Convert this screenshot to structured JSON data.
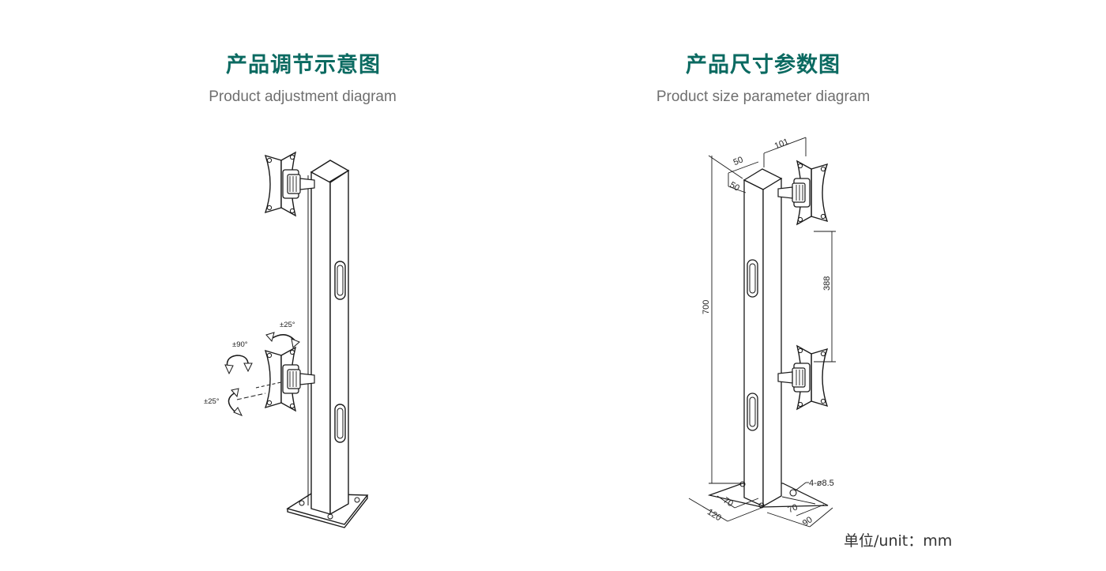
{
  "colors": {
    "accent": "#0b6a61",
    "subtitle": "#6f6f6f",
    "line": "#1a1a1a"
  },
  "left_panel": {
    "title": "产品调节示意图",
    "subtitle": "Product adjustment diagram",
    "rotation_labels": {
      "tilt": "±25°",
      "rotate": "±90°",
      "swivel": "±25°"
    }
  },
  "right_panel": {
    "title": "产品尺寸参数图",
    "subtitle": "Product size parameter diagram",
    "dimensions": {
      "pole_width": "50",
      "pole_depth": "50",
      "arm_depth": "101",
      "pole_height": "700",
      "bracket_spacing": "388",
      "mounting_holes": "4-ø8.5",
      "hole_spacing_x": "70",
      "hole_spacing_y": "70",
      "base_length": "120",
      "base_width": "90"
    }
  },
  "footer": {
    "unit_note": "单位/unit：mm"
  }
}
